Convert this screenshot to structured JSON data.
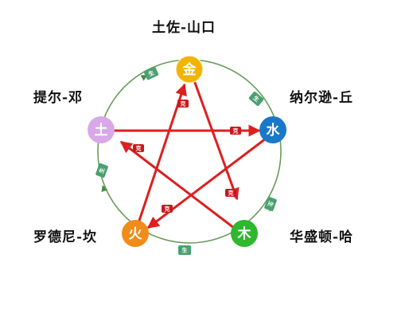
{
  "labels": {
    "top": "土佐-山口",
    "left": "提尔-邓",
    "right": "纳尔逊-丘",
    "bottom_left": "罗德尼-坎",
    "bottom_right": "华盛顿-哈"
  },
  "nodes": {
    "metal": "金",
    "water": "水",
    "wood": "木",
    "fire": "火",
    "earth": "土"
  },
  "relations": {
    "generate": "生",
    "overcome": "克"
  },
  "colors": {
    "metal": "#f2b400",
    "water": "#1a78c8",
    "wood": "#2db82d",
    "fire": "#f08c1a",
    "earth": "#d9a8e8",
    "cycle_line": "#6a9a5a",
    "cycle_badge": "#4aa070",
    "star_line": "#dd1f1f",
    "star_badge": "#c8181e"
  }
}
